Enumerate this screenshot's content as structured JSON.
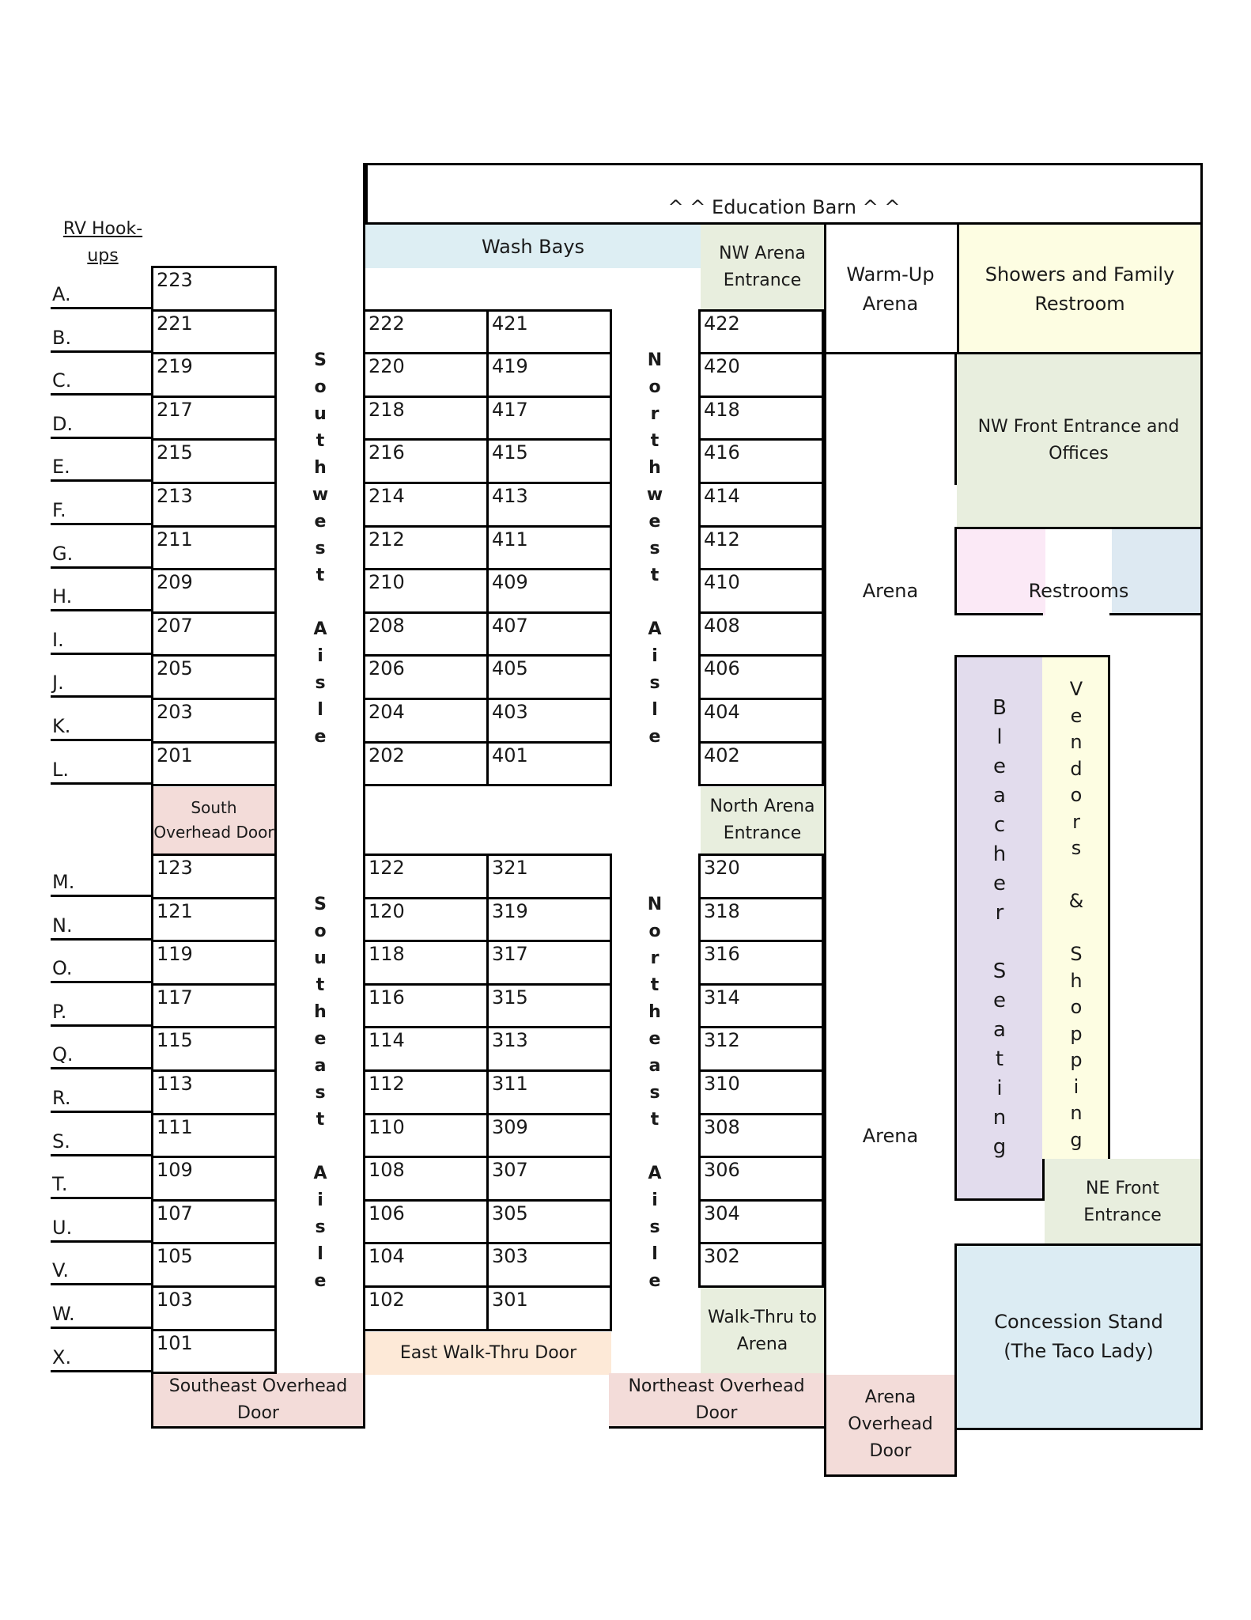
{
  "header": {
    "education_barn": "^ ^ Education Barn ^ ^",
    "rv_hookups": "RV Hook-\nups"
  },
  "zones": {
    "wash_bays": "Wash Bays",
    "nw_arena_entrance": "NW Arena\nEntrance",
    "warm_up_arena": "Warm-Up\nArena",
    "showers": "Showers and Family\nRestroom",
    "nw_front_entrance": "NW Front Entrance and\nOffices",
    "restrooms": "Restrooms",
    "arena_top": "Arena",
    "arena_bottom": "Arena",
    "south_overhead_door": "South\nOverhead Door",
    "north_arena_entrance": "North Arena\nEntrance",
    "ne_front_entrance": "NE Front\nEntrance",
    "concession": "Concession Stand\n(The Taco Lady)",
    "walk_thru_arena": "Walk-Thru to\nArena",
    "east_walk_thru": "East Walk-Thru Door",
    "southeast_overhead": "Southeast Overhead\nDoor",
    "northeast_overhead": "Northeast Overhead\nDoor",
    "arena_overhead": "Arena\nOverhead\nDoor"
  },
  "vertical_labels": {
    "southwest_aisle": "S\no\nu\nt\nh\nw\ne\ns\nt\n\nA\ni\ns\nl\ne",
    "northwest_aisle": "N\no\nr\nt\nh\nw\ne\ns\nt\n\nA\ni\ns\nl\ne",
    "southeast_aisle": "S\no\nu\nt\nh\ne\na\ns\nt\n\nA\ni\ns\nl\ne",
    "northeast_aisle": "N\no\nr\nt\nh\ne\na\ns\nt\n\nA\ni\ns\nl\ne",
    "bleacher_seating": "B\nl\ne\na\nc\nh\ne\nr\n\nS\ne\na\nt\ni\nn\ng",
    "vendors_shopping": "V\ne\nn\nd\no\nr\ns\n\n&\n\nS\nh\no\np\np\ni\nn\ng"
  },
  "rv_rows_top": [
    "A.",
    "B.",
    "C.",
    "D.",
    "E.",
    "F.",
    "G.",
    "H.",
    "I.",
    "J.",
    "K.",
    "L."
  ],
  "rv_rows_bottom": [
    "M.",
    "N.",
    "O.",
    "P.",
    "Q.",
    "R.",
    "S.",
    "T.",
    "U.",
    "V.",
    "W.",
    "X."
  ],
  "stalls": {
    "col_a_top": [
      "223",
      "221",
      "219",
      "217",
      "215",
      "213",
      "211",
      "209",
      "207",
      "205",
      "203",
      "201"
    ],
    "col_b_top": [
      "222",
      "220",
      "218",
      "216",
      "214",
      "212",
      "210",
      "208",
      "206",
      "204",
      "202"
    ],
    "col_c_top": [
      "421",
      "419",
      "417",
      "415",
      "413",
      "411",
      "409",
      "407",
      "405",
      "403",
      "401"
    ],
    "col_d_top": [
      "422",
      "420",
      "418",
      "416",
      "414",
      "412",
      "410",
      "408",
      "406",
      "404",
      "402"
    ],
    "col_a_bottom": [
      "123",
      "121",
      "119",
      "117",
      "115",
      "113",
      "111",
      "109",
      "107",
      "105",
      "103",
      "101"
    ],
    "col_b_bottom": [
      "122",
      "120",
      "118",
      "116",
      "114",
      "112",
      "110",
      "108",
      "106",
      "104",
      "102"
    ],
    "col_c_bottom": [
      "321",
      "319",
      "317",
      "315",
      "313",
      "311",
      "309",
      "307",
      "305",
      "303",
      "301"
    ],
    "col_d_bottom": [
      "320",
      "318",
      "316",
      "314",
      "312",
      "310",
      "308",
      "306",
      "304",
      "302"
    ]
  },
  "colors": {
    "wash_bays": "#ddeef3",
    "green": "#e8eede",
    "yellow": "#fdfde2",
    "pink_door": "#f3dcd9",
    "peach": "#fde9d7",
    "lavender": "#e2dced",
    "blue": "#dde9f2",
    "light_pink": "#fbe9f6",
    "concession": "#dcecf3"
  }
}
